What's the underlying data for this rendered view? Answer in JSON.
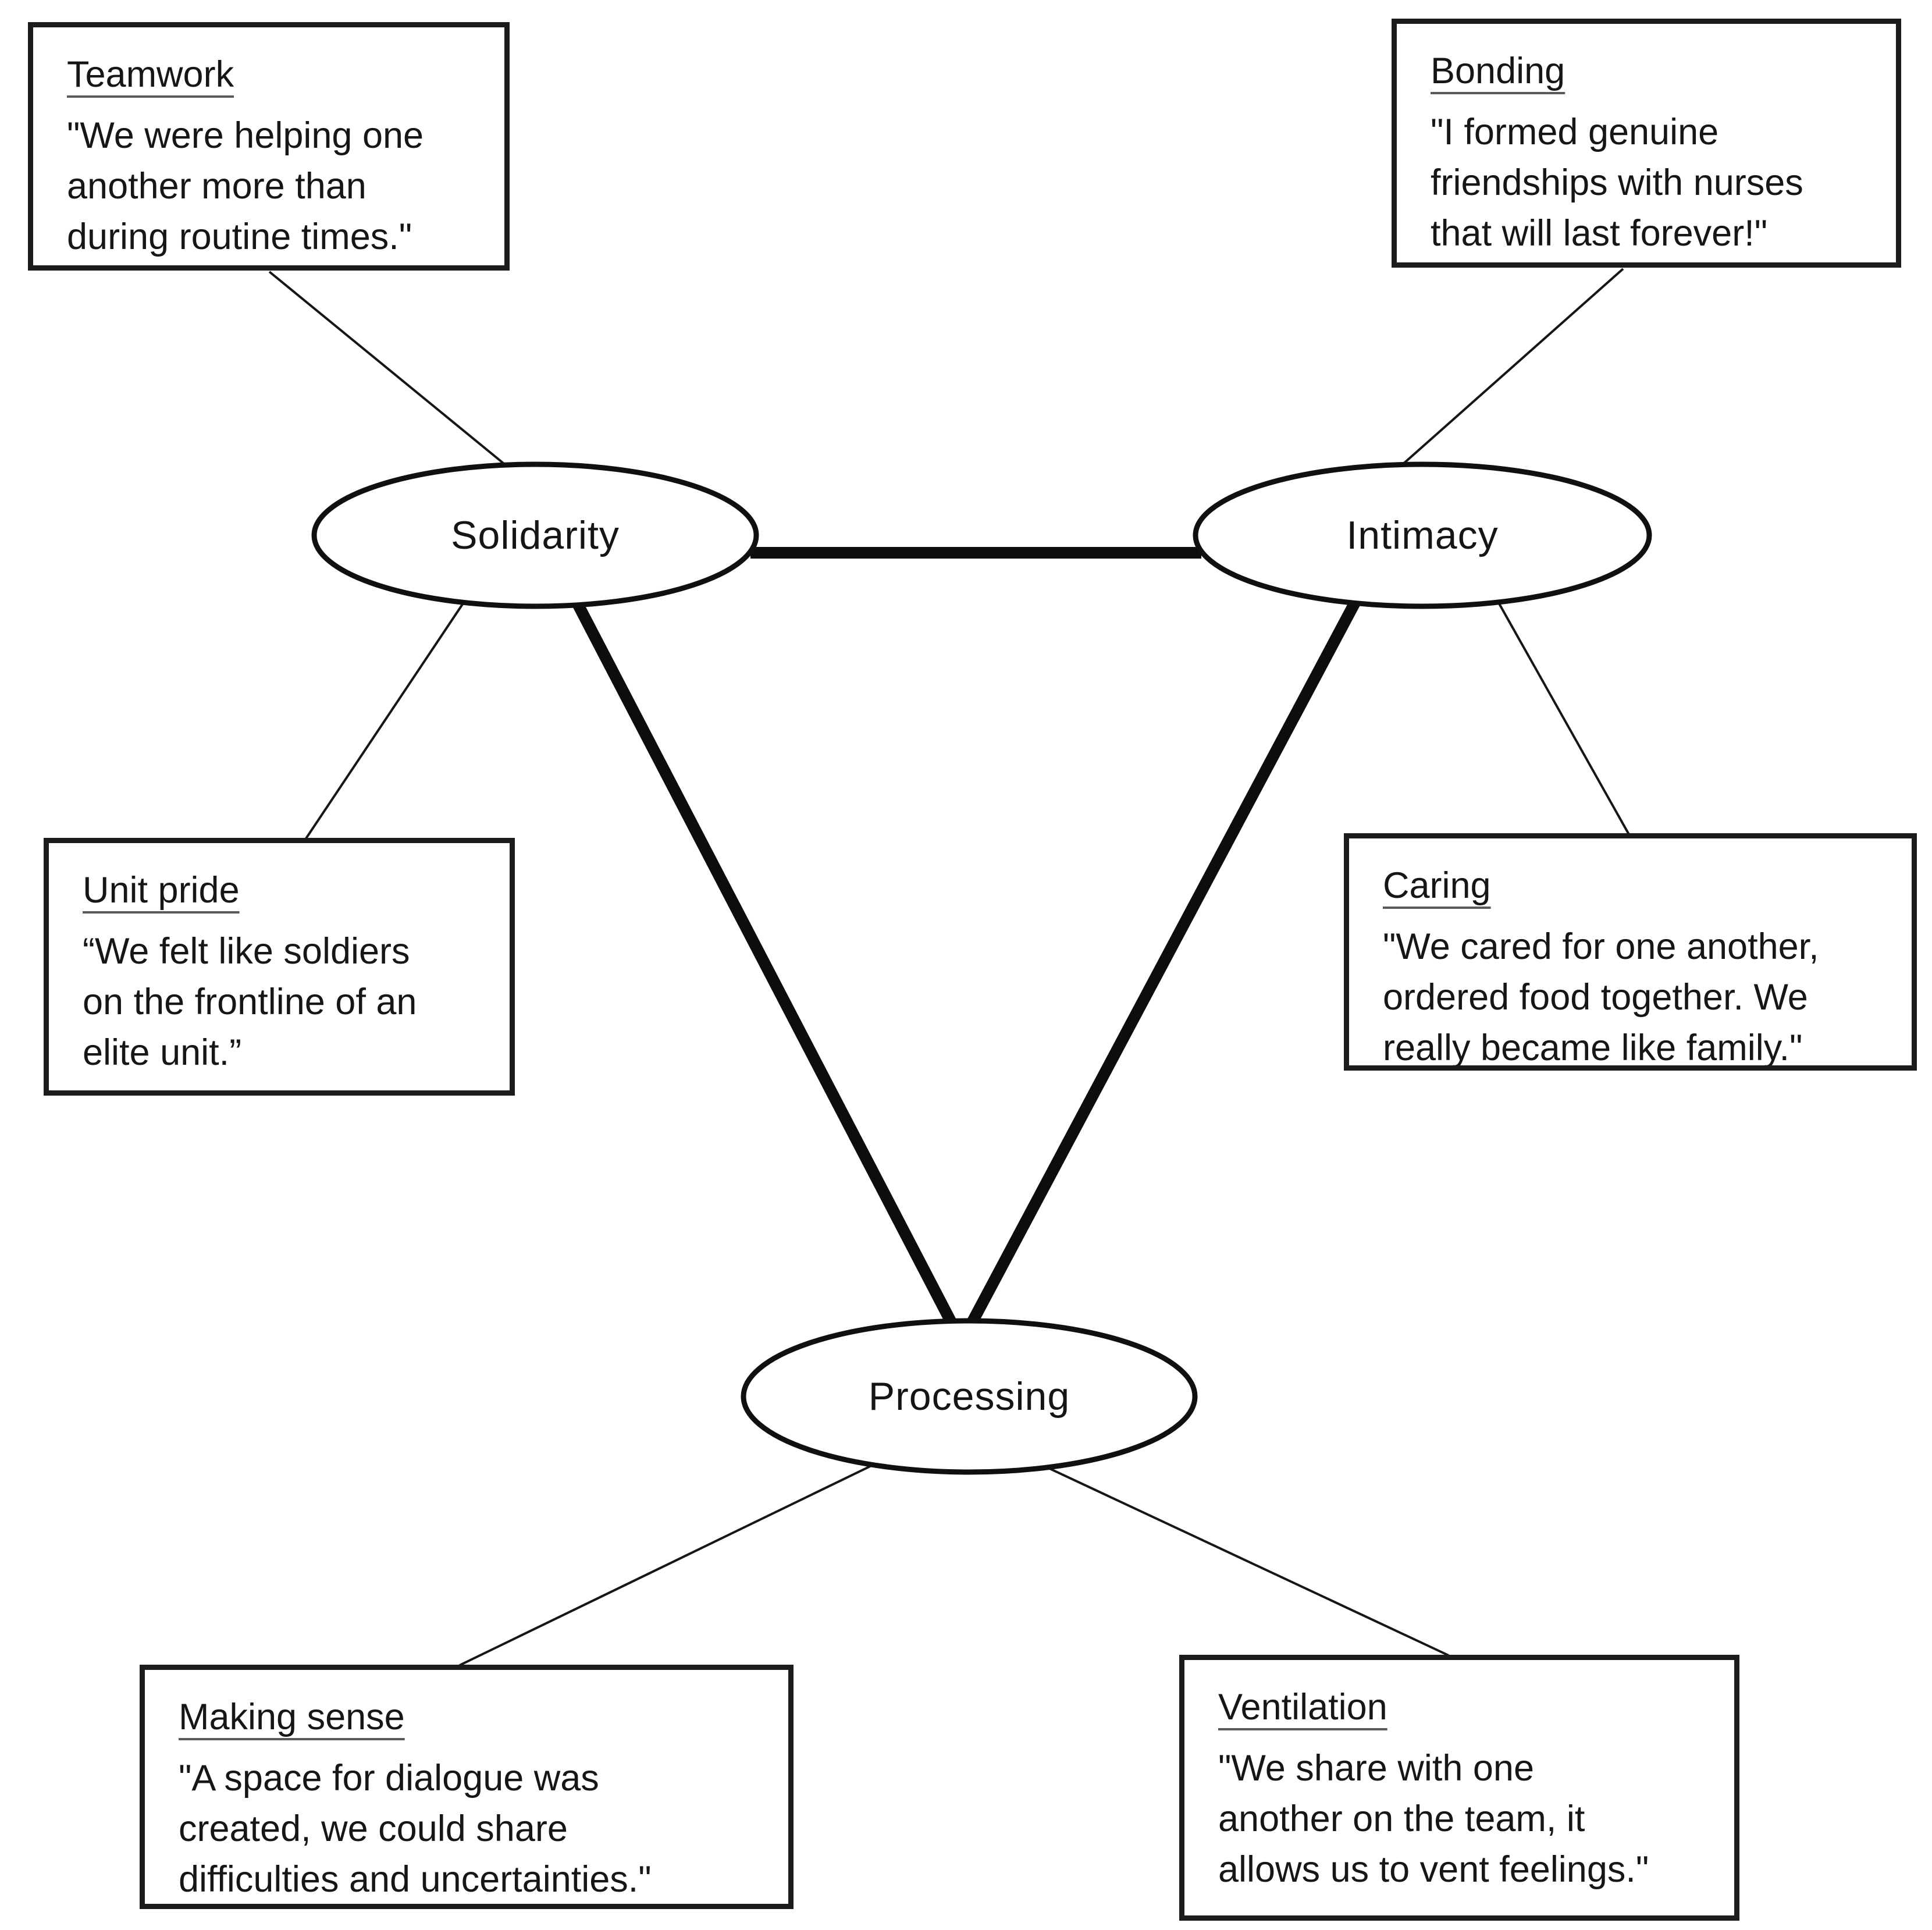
{
  "diagram": {
    "colors": {
      "stroke": "#0d0d0d",
      "background": "#ffffff"
    },
    "nodes": [
      {
        "label": "Solidarity"
      },
      {
        "label": "Intimacy"
      },
      {
        "label": "Processing"
      }
    ],
    "notes": [
      {
        "title": "Teamwork",
        "quote": "\"We were helping one\nanother more than\nduring routine times.\""
      },
      {
        "title": "Bonding",
        "quote": "\"I formed genuine\nfriendships with nurses\nthat will last forever!\""
      },
      {
        "title": "Unit pride",
        "quote": "“We felt like soldiers\non the frontline of an\nelite unit.”"
      },
      {
        "title": "Caring",
        "quote": "\"We cared for one another,\nordered food together. We\nreally became like family.\""
      },
      {
        "title": "Making sense",
        "quote": "\"A space for dialogue was\ncreated, we could share\ndifficulties and uncertainties.\""
      },
      {
        "title": "Ventilation",
        "quote": "\"We share with one\nanother on the team, it\nallows us to vent feelings.\""
      }
    ]
  }
}
